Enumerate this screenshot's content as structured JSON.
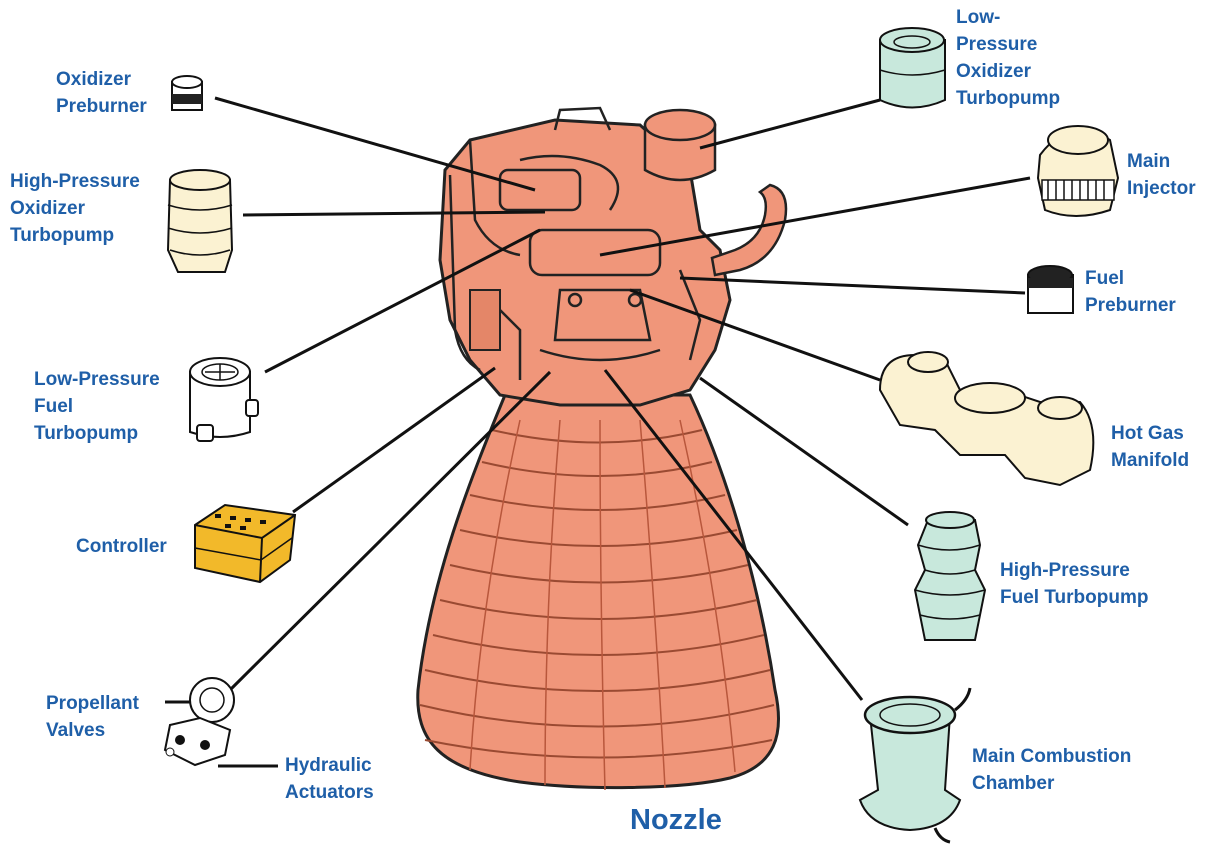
{
  "colors": {
    "label": "#1f5fa8",
    "engine": "#f0967a",
    "engine_shadow": "#d87558",
    "line": "#111111",
    "component_green": "#c8e8dc",
    "component_cream": "#fbf2d2",
    "component_white": "#ffffff",
    "component_yellow": "#f2b92a"
  },
  "labels": {
    "oxidizer_preburner": "Oxidizer\nPreburner",
    "hp_oxidizer_turbopump": "High-Pressure\nOxidizer\nTurbopump",
    "lp_fuel_turbopump": "Low-Pressure\nFuel\nTurbopump",
    "controller": "Controller",
    "propellant_valves": "Propellant\nValves",
    "hydraulic_actuators": "Hydraulic\nActuators",
    "nozzle": "Nozzle",
    "lp_oxidizer_turbopump": "Low-\nPressure\nOxidizer\nTurbopump",
    "main_injector": "Main\nInjector",
    "fuel_preburner": "Fuel\nPreburner",
    "hot_gas_manifold": "Hot Gas\nManifold",
    "hp_fuel_turbopump": "High-Pressure\nFuel Turbopump",
    "main_combustion_chamber": "Main Combustion\nChamber"
  },
  "components": [
    {
      "id": "oxidizer-preburner",
      "icon": "preburner-icon",
      "color": "white"
    },
    {
      "id": "hp-oxidizer-turbopump",
      "icon": "turbopump-icon",
      "color": "cream"
    },
    {
      "id": "lp-fuel-turbopump",
      "icon": "turbopump-icon",
      "color": "white"
    },
    {
      "id": "controller",
      "icon": "controller-box-icon",
      "color": "yellow"
    },
    {
      "id": "propellant-valves",
      "icon": "valve-icon",
      "color": "white"
    },
    {
      "id": "lp-oxidizer-turbopump",
      "icon": "turbopump-icon",
      "color": "green"
    },
    {
      "id": "main-injector",
      "icon": "injector-icon",
      "color": "cream"
    },
    {
      "id": "fuel-preburner",
      "icon": "preburner-icon",
      "color": "white"
    },
    {
      "id": "hot-gas-manifold",
      "icon": "manifold-icon",
      "color": "cream"
    },
    {
      "id": "hp-fuel-turbopump",
      "icon": "turbopump-icon",
      "color": "green"
    },
    {
      "id": "main-combustion-chamber",
      "icon": "combustion-chamber-icon",
      "color": "green"
    }
  ]
}
